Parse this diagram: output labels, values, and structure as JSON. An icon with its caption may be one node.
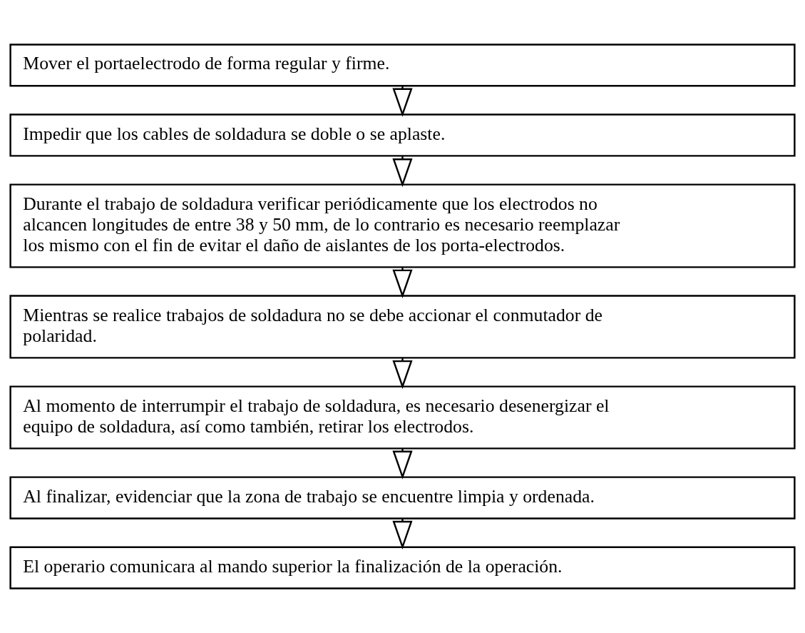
{
  "diagram": {
    "nodes": [
      {
        "text": [
          "Mover el portaelectrodo de forma regular y firme."
        ]
      },
      {
        "text": [
          "Impedir que los cables de soldadura se doble o se aplaste."
        ]
      },
      {
        "text": [
          "Durante el trabajo de soldadura verificar periódicamente que los electrodos no alcancen longitudes de entre 38 y 50 mm, de lo contrario es necesario reemplazar los mismo con el fin de evitar el daño de aislantes de los porta-electrodos."
        ]
      },
      {
        "text": [
          "Mientras se realice trabajos de soldadura no se debe accionar el conmutador de polaridad."
        ]
      },
      {
        "text": [
          "Al momento de interrumpir el trabajo de soldadura, es necesario desenergizar el equipo de soldadura, así como también, retirar los electrodos."
        ]
      },
      {
        "text": [
          "Al finalizar, evidenciar que la zona de trabajo se encuentre limpia y ordenada."
        ]
      },
      {
        "text": [
          "El operario comunicara al mando superior la finalización de la operación."
        ]
      }
    ],
    "edges": [
      {
        "from": 0,
        "to": 1,
        "arrow": "to"
      },
      {
        "from": 1,
        "to": 2,
        "arrow": "to"
      },
      {
        "from": 2,
        "to": 3,
        "arrow": "to"
      },
      {
        "from": 3,
        "to": 4,
        "arrow": "to"
      },
      {
        "from": 4,
        "to": 5,
        "arrow": "to"
      },
      {
        "from": 5,
        "to": 6,
        "arrow": "to"
      }
    ]
  }
}
